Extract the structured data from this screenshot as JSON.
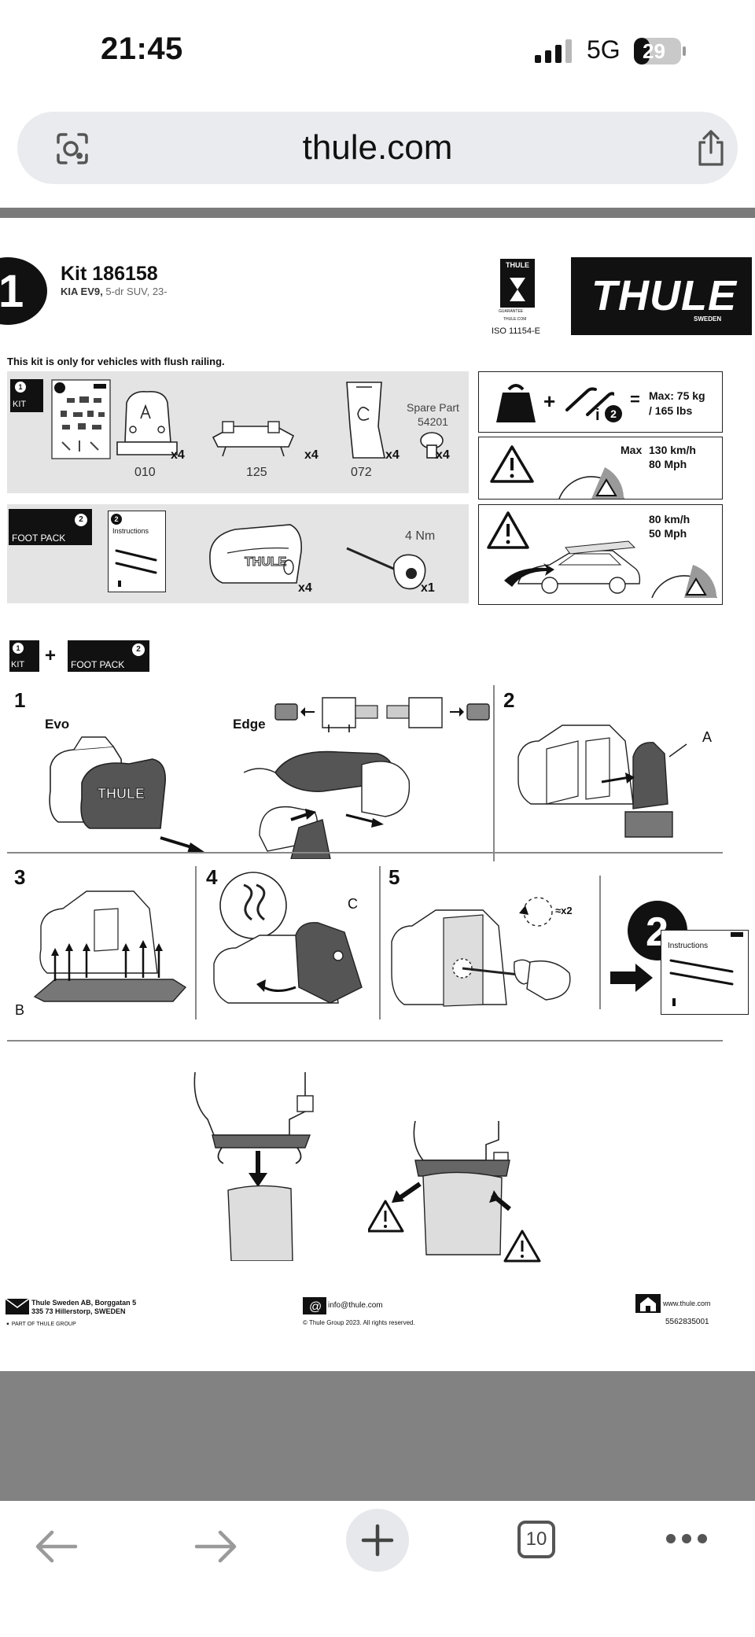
{
  "status_bar": {
    "time": "21:45",
    "network": "5G",
    "battery": "29"
  },
  "browser": {
    "url": "thule.com",
    "tabs_count": "10"
  },
  "document": {
    "step_number": "1",
    "kit_title": "Kit 186158",
    "vehicle_model": "KIA EV9,",
    "vehicle_desc": "5-dr SUV, 23-",
    "brand": "THULE",
    "brand_sub": "SWEDEN",
    "guarantee_label": "THULE",
    "guarantee_word": "GUARANTEE",
    "guarantee_site": "THULE.COM",
    "iso": "ISO 11154-E",
    "flush_note": "This kit is only for vehicles with flush railing.",
    "kit_label": "KIT",
    "kit_number": "1",
    "foot_pack_label": "FOOT PACK",
    "foot_pack_number": "2",
    "instructions_label": "Instructions",
    "parts": [
      {
        "code": "010",
        "qty": "x4"
      },
      {
        "code": "125",
        "qty": "x4"
      },
      {
        "code": "072",
        "qty": "x4"
      }
    ],
    "spare_part_label": "Spare Part",
    "spare_part_code": "54201",
    "spare_qty": "x4",
    "foot_qty": "x4",
    "tool_torque": "4 Nm",
    "tool_qty": "x1",
    "load": {
      "max_label": "Max: 75 kg",
      "lbs": "/ 165 lbs",
      "i_label": "i",
      "i_number": "2",
      "plus": "+",
      "equals": "="
    },
    "speed": {
      "max_word": "Max",
      "kmh": "130 km/h",
      "mph": "80 Mph"
    },
    "speed2": {
      "kmh": "80 km/h",
      "mph": "50 Mph"
    },
    "plus_sign": "+",
    "steps": {
      "s1": "1",
      "evo": "Evo",
      "edge": "Edge",
      "s2": "2",
      "label_a": "A",
      "s3": "3",
      "label_b": "B",
      "s4": "4",
      "label_c": "C",
      "s5": "5",
      "x2": "x2",
      "next_step": "2"
    },
    "footer": {
      "address1": "Thule Sweden AB, Borggatan 5",
      "address2": "335 73 Hillerstorp, SWEDEN",
      "group": "PART OF THULE GROUP",
      "email": "info@thule.com",
      "copyright": "© Thule Group 2023. All rights reserved.",
      "website": "www.thule.com",
      "doc_number": "5562835001"
    }
  }
}
